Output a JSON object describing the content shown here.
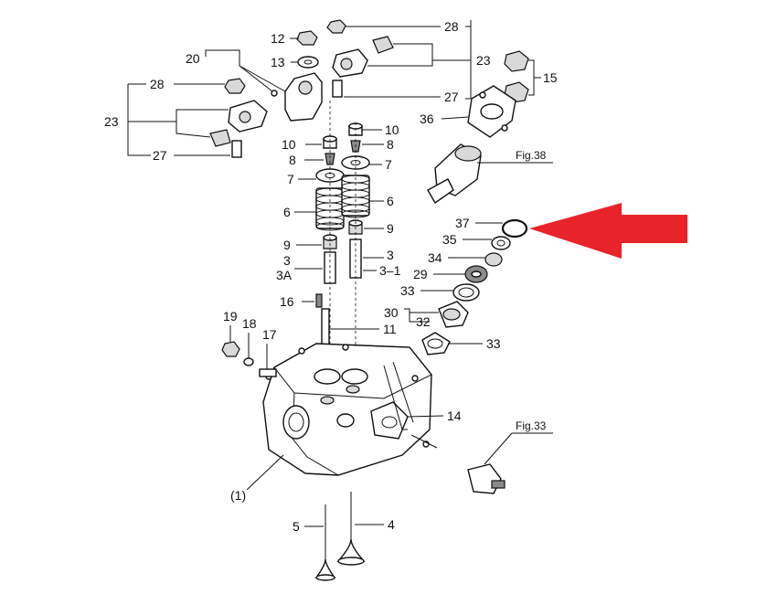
{
  "labels": {
    "l28_top": "28",
    "l12": "12",
    "l13": "13",
    "l20": "20",
    "l23_right": "23",
    "l27_right": "27",
    "l15": "15",
    "l36": "36",
    "l28_left": "28",
    "l23_left": "23",
    "l27_left": "27",
    "l10_a": "10",
    "l10_b": "10",
    "l8_a": "8",
    "l8_b": "8",
    "l7_a": "7",
    "l7_b": "7",
    "l6_a": "6",
    "l6_b": "6",
    "l9_a": "9",
    "l9_b": "9",
    "l3_a": "3",
    "l3A": "3A",
    "l3_b": "3",
    "l3_1": "3–1",
    "l16": "16",
    "l11": "11",
    "l19": "19",
    "l18": "18",
    "l17": "17",
    "l14": "14",
    "l1": "(1)",
    "l5": "5",
    "l4": "4",
    "l37": "37",
    "l35": "35",
    "l34": "34",
    "l29": "29",
    "l33_a": "33",
    "l30": "30",
    "l32": "32",
    "l33_b": "33",
    "fig38": "Fig.38",
    "fig33": "Fig.33"
  },
  "highlight": {
    "part": "37",
    "color": "#e8242a"
  }
}
